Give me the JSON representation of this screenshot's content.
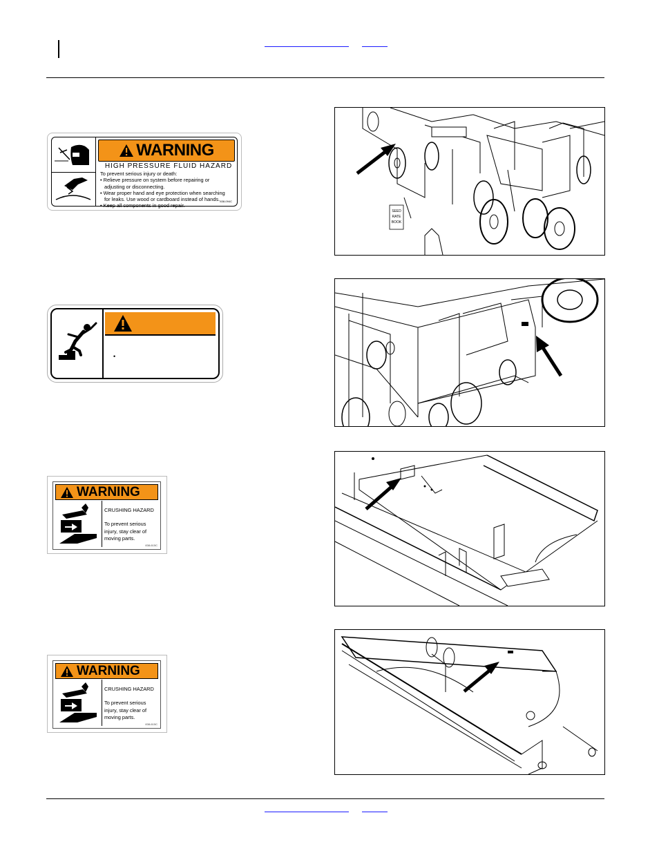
{
  "decals": {
    "high_pressure": {
      "banner": "WARNING",
      "hazard": "HIGH PRESSURE FLUID HAZARD",
      "lines": [
        "To prevent serious injury or death:",
        "• Relieve pressure on system before repairing or",
        "  adjusting or disconnecting.",
        "• Wear proper hand and eye protection when searching",
        "  for leaks. Use wood or cardboard instead of hands.",
        "• Keep all components in good repair."
      ],
      "code": "838-094C"
    },
    "fall_hazard": {
      "bullet": "•"
    },
    "crushing_1": {
      "banner": "WARNING",
      "hazard": "CRUSHING HAZARD",
      "message": "To prevent serious injury, stay clear of moving parts.",
      "code": "838-615C"
    },
    "crushing_2": {
      "banner": "WARNING",
      "hazard": "CRUSHING HAZARD",
      "message": "To prevent serious injury, stay clear of moving parts.",
      "code": "838-615C"
    }
  },
  "figures": {
    "fig1_label": "SEED RATE BOOK"
  },
  "colors": {
    "warning_orange": "#f39318",
    "link_blue": "#1a1aff"
  }
}
